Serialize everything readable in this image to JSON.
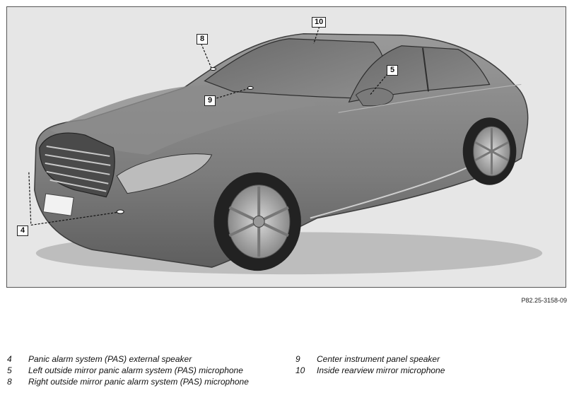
{
  "figure": {
    "code": "P82.25-3158-09",
    "callouts": [
      {
        "id": "4",
        "label": "4"
      },
      {
        "id": "5",
        "label": "5"
      },
      {
        "id": "8",
        "label": "8"
      },
      {
        "id": "9",
        "label": "9"
      },
      {
        "id": "10",
        "label": "10"
      }
    ]
  },
  "legend": [
    {
      "num": "4",
      "text": "Panic alarm system (PAS) external speaker"
    },
    {
      "num": "5",
      "text": "Left outside mirror panic alarm system (PAS) microphone"
    },
    {
      "num": "8",
      "text": "Right outside mirror panic alarm system (PAS) microphone"
    },
    {
      "num": "9",
      "text": "Center instrument panel speaker"
    },
    {
      "num": "10",
      "text": "Inside rearview mirror microphone"
    }
  ]
}
